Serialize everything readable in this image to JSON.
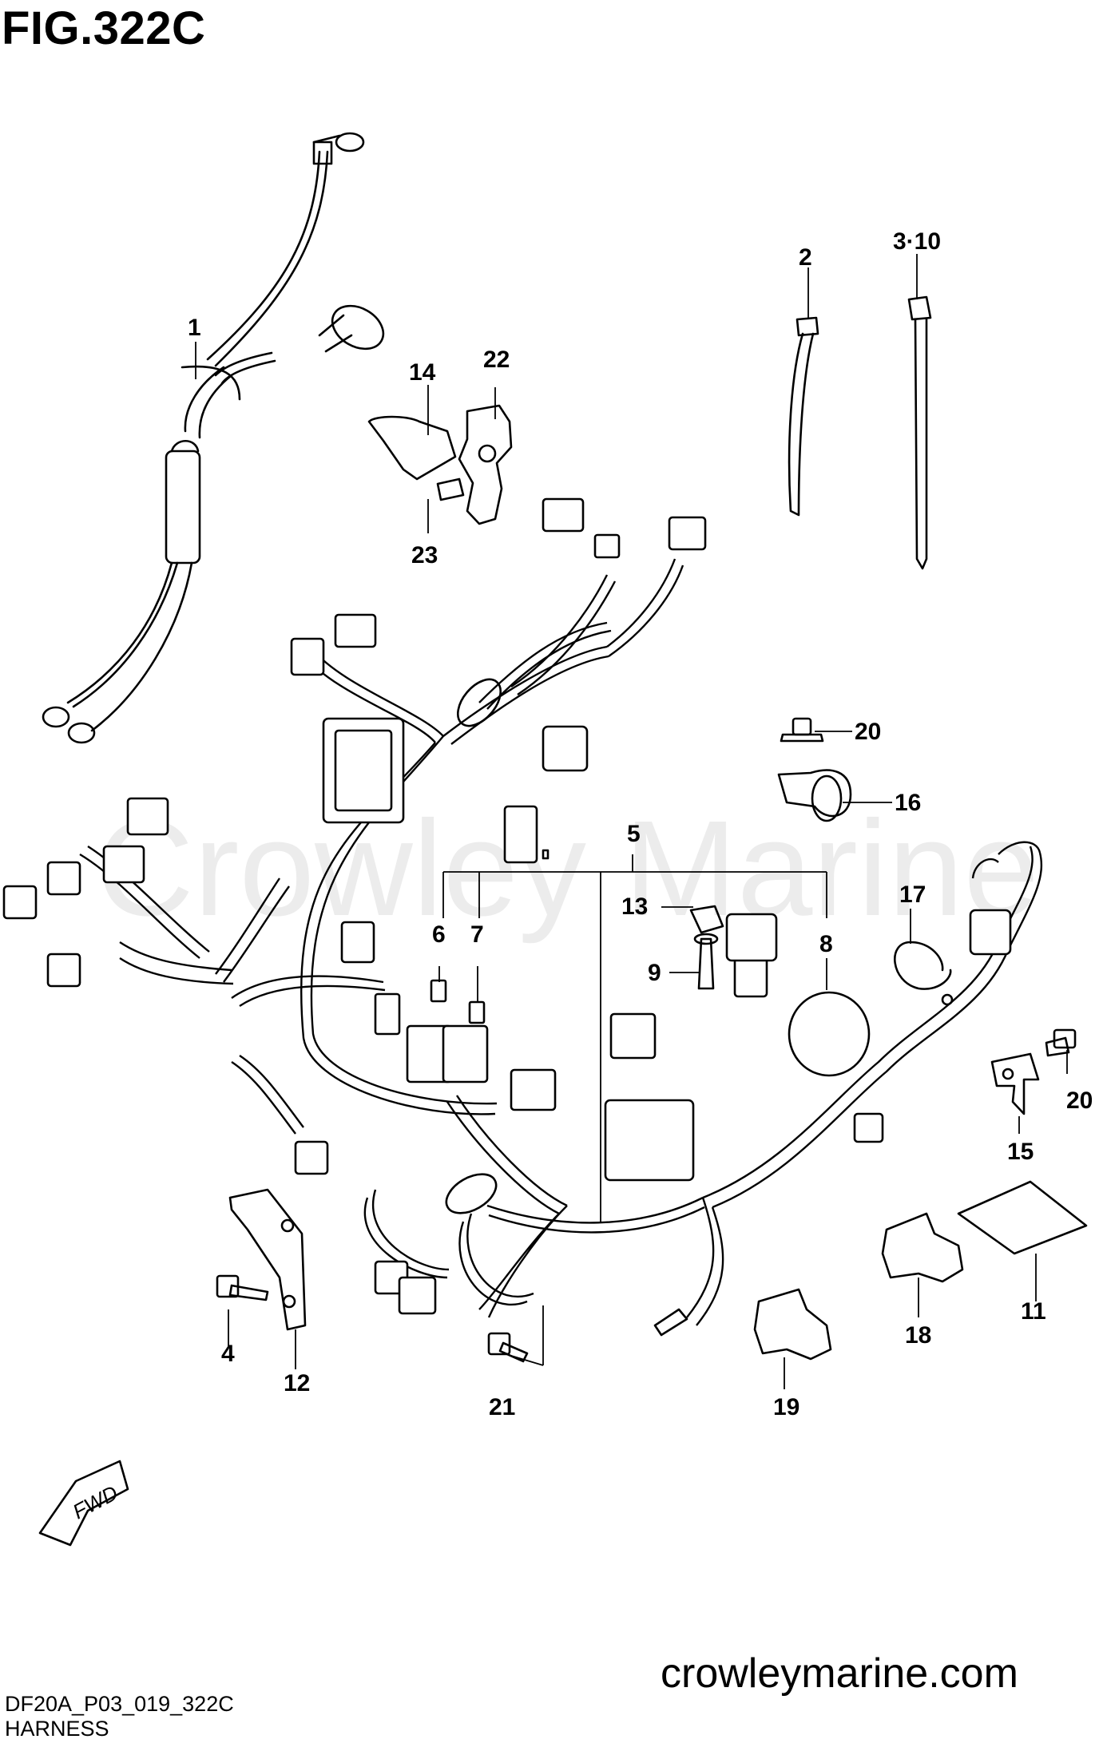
{
  "figure_title": "FIG.322C",
  "watermark": "Crowley Marine",
  "website": "crowleymarine.com",
  "drawing_code": "DF20A_P03_019_322C",
  "subtitle": "HARNESS",
  "fwd_label": "FWD",
  "callouts": [
    {
      "label": "1",
      "part": "battery-cable"
    },
    {
      "label": "2",
      "part": "cable-tie"
    },
    {
      "label": "3·10",
      "part": "cable-tie-long"
    },
    {
      "label": "4",
      "part": "bolt"
    },
    {
      "label": "5",
      "part": "wiring-harness"
    },
    {
      "label": "6",
      "part": "fuse"
    },
    {
      "label": "7",
      "part": "fuse"
    },
    {
      "label": "8",
      "part": "buzzer"
    },
    {
      "label": "9",
      "part": "terminal"
    },
    {
      "label": "11",
      "part": "sheet"
    },
    {
      "label": "12",
      "part": "bracket"
    },
    {
      "label": "13",
      "part": "relay"
    },
    {
      "label": "14",
      "part": "clamp"
    },
    {
      "label": "15",
      "part": "bracket"
    },
    {
      "label": "16",
      "part": "clamp"
    },
    {
      "label": "17",
      "part": "band"
    },
    {
      "label": "18",
      "part": "clamp"
    },
    {
      "label": "19",
      "part": "clamp"
    },
    {
      "label": "20",
      "part": "bolt-upper"
    },
    {
      "label": "20",
      "part": "bolt-right"
    },
    {
      "label": "21",
      "part": "bolt"
    },
    {
      "label": "22",
      "part": "bracket"
    },
    {
      "label": "23",
      "part": "screw"
    }
  ]
}
